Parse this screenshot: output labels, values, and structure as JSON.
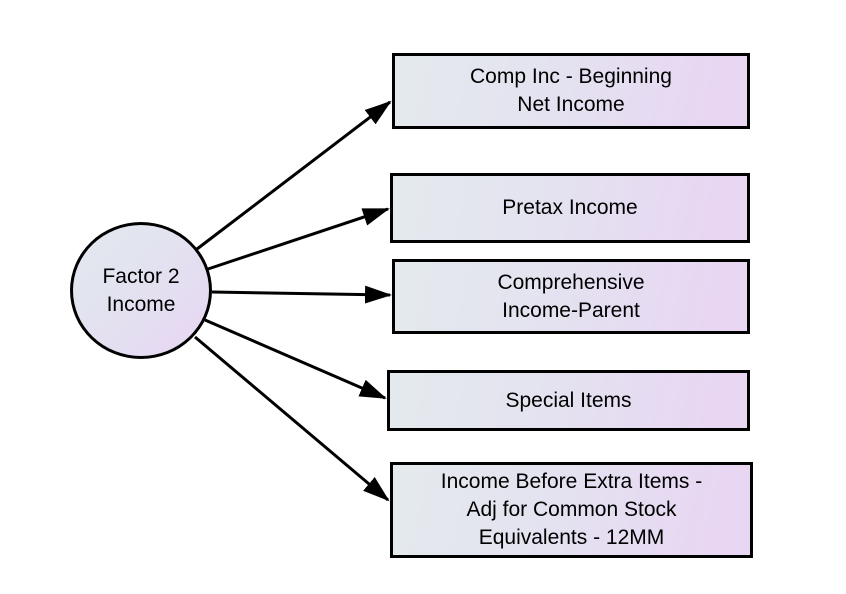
{
  "theme": {
    "background": "#ffffff",
    "node-border": "#000000",
    "text-color": "#000000",
    "fill-blue": "#e4e9ee",
    "fill-lavender": "#e8d6f3",
    "arrow-color": "#000000"
  },
  "diagram": {
    "center_node": {
      "label": "Factor 2\nIncome"
    },
    "nodes": [
      {
        "label": "Comp Inc - Beginning\nNet Income"
      },
      {
        "label": "Pretax Income"
      },
      {
        "label": "Comprehensive\nIncome-Parent"
      },
      {
        "label": "Special Items"
      },
      {
        "label": "Income Before Extra Items -\nAdj for Common Stock\nEquivalents - 12MM"
      }
    ]
  }
}
